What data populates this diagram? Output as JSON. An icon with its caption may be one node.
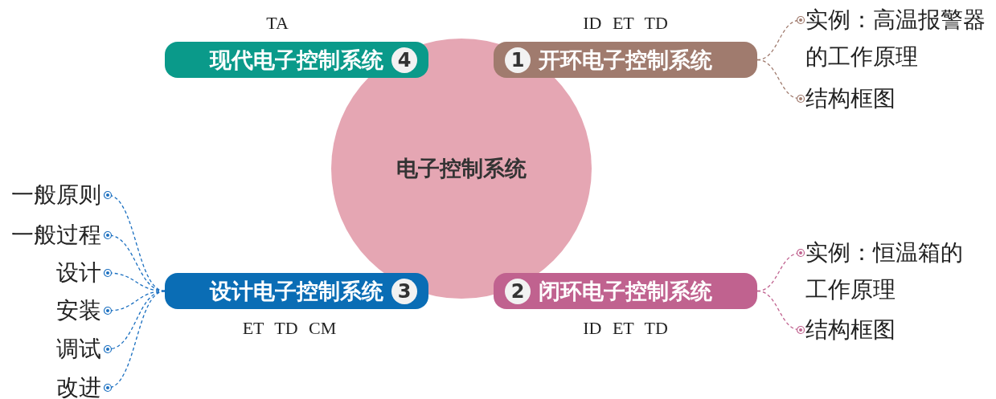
{
  "diagram": {
    "nodes": [
      {
        "text": [
          "电子控制系统"
        ]
      },
      {
        "text": [
          "1",
          "开环电子控制系统"
        ],
        "beside": [
          "ID ET TD"
        ]
      },
      {
        "text": [
          "实例：高温报警器的工作原理"
        ]
      },
      {
        "text": [
          "结构框图"
        ]
      },
      {
        "text": [
          "2",
          "闭环电子控制系统"
        ],
        "beside": [
          "ID ET TD"
        ]
      },
      {
        "text": [
          "实例：恒温箱的工作原理"
        ]
      },
      {
        "text": [
          "结构框图"
        ]
      },
      {
        "text": [
          "设计电子控制系统",
          "3"
        ],
        "beside": [
          "ET TD CM"
        ]
      },
      {
        "text": [
          "一般原则"
        ]
      },
      {
        "text": [
          "一般过程"
        ]
      },
      {
        "text": [
          "设计"
        ]
      },
      {
        "text": [
          "安装"
        ]
      },
      {
        "text": [
          "调试"
        ]
      },
      {
        "text": [
          "改进"
        ]
      },
      {
        "text": [
          "现代电子控制系统",
          "4"
        ],
        "beside": [
          "TA"
        ]
      }
    ],
    "edges": [
      {
        "from": 1,
        "to": 2,
        "arrow": "other",
        "style": "dashed",
        "color": "#a07b6e"
      },
      {
        "from": 1,
        "to": 3,
        "arrow": "other",
        "style": "dashed",
        "color": "#a07b6e"
      },
      {
        "from": 4,
        "to": 5,
        "arrow": "other",
        "style": "dashed",
        "color": "#c0628f"
      },
      {
        "from": 4,
        "to": 6,
        "arrow": "other",
        "style": "dashed",
        "color": "#c0628f"
      },
      {
        "from": 7,
        "to": 8,
        "arrow": "other",
        "style": "dashed",
        "color": "#1a6fc0"
      },
      {
        "from": 7,
        "to": 9,
        "arrow": "other",
        "style": "dashed",
        "color": "#1a6fc0"
      },
      {
        "from": 7,
        "to": 10,
        "arrow": "other",
        "style": "dashed",
        "color": "#1a6fc0"
      },
      {
        "from": 7,
        "to": 11,
        "arrow": "other",
        "style": "dashed",
        "color": "#1a6fc0"
      },
      {
        "from": 7,
        "to": 12,
        "arrow": "other",
        "style": "dashed",
        "color": "#1a6fc0"
      },
      {
        "from": 7,
        "to": 13,
        "arrow": "other",
        "style": "dashed",
        "color": "#1a6fc0"
      }
    ]
  }
}
